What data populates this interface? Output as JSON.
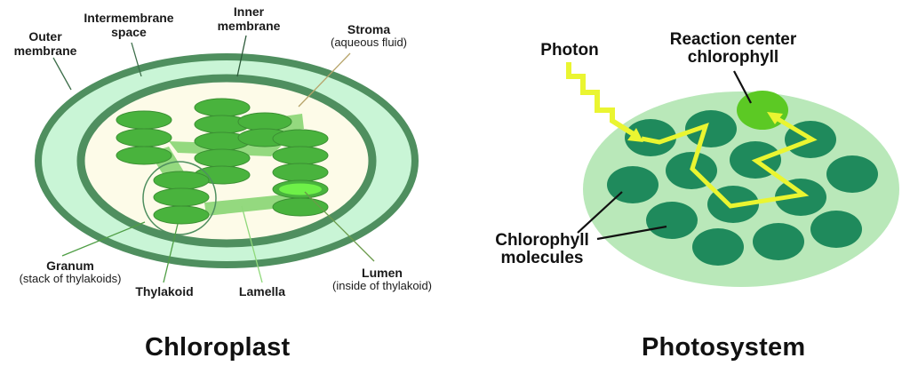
{
  "chloroplast": {
    "title": "Chloroplast",
    "labels": {
      "outer_membrane": {
        "line1": "Outer",
        "line2": "membrane"
      },
      "intermembrane_space": {
        "line1": "Intermembrane",
        "line2": "space"
      },
      "inner_membrane": {
        "line1": "Inner",
        "line2": "membrane"
      },
      "stroma": {
        "name": "Stroma",
        "desc": "(aqueous fluid)"
      },
      "granum": {
        "name": "Granum",
        "desc": "(stack of thylakoids)"
      },
      "thylakoid": {
        "name": "Thylakoid"
      },
      "lamella": {
        "name": "Lamella"
      },
      "lumen": {
        "name": "Lumen",
        "desc": "(inside of thylakoid)"
      }
    },
    "colors": {
      "membrane": "#4f8f5f",
      "intermembrane": "#c9f5d6",
      "stroma": "#fdfbe8",
      "thylakoid": "#49b33d",
      "thylakoid_stroke": "#3b8f33",
      "lamella": "#8fd87a",
      "lumen": "#6ef048"
    }
  },
  "photosystem": {
    "title": "Photosystem",
    "labels": {
      "photon": "Photon",
      "reaction_center": {
        "line1": "Reaction center",
        "line2": "chlorophyll"
      },
      "chlorophyll_molecules": {
        "line1": "Chlorophyll",
        "line2": "molecules"
      }
    },
    "colors": {
      "disc": "#b9e8b9",
      "chlorophyll": "#1f8a5c",
      "reaction_center": "#5cc924",
      "photon": "#eaf531"
    }
  }
}
